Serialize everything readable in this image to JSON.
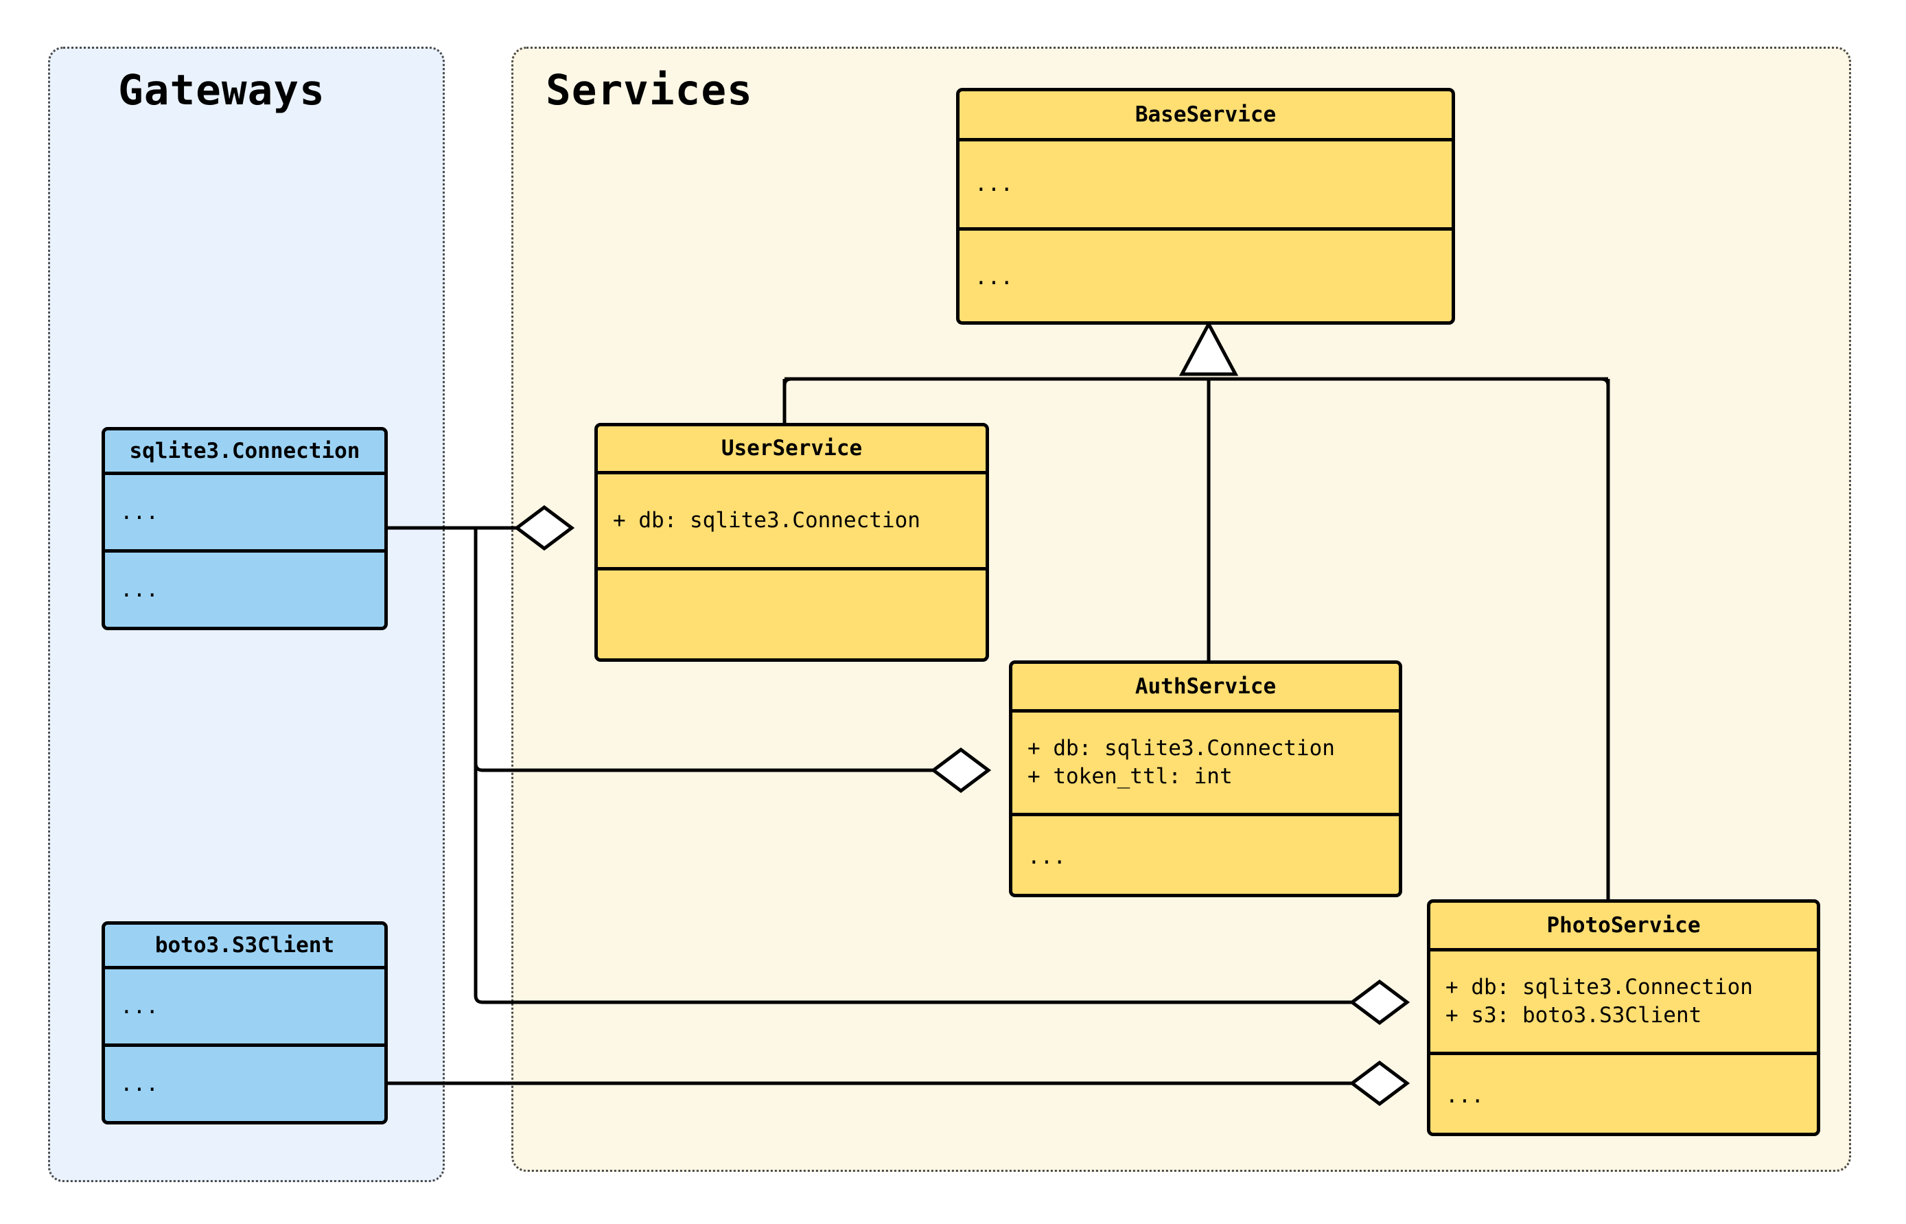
{
  "diagram": {
    "type": "uml-class-diagram",
    "colors": {
      "class_fill": "#ffde72",
      "gateway_fill": "#9bd2f4",
      "gateways_panel_bg": "#eaf2fd",
      "services_panel_bg": "#fdf7e5",
      "stroke": "#000000"
    }
  },
  "panels": [
    {
      "id": "gateways",
      "title": "Gateways"
    },
    {
      "id": "services",
      "title": "Services"
    }
  ],
  "classes": {
    "base_service": {
      "name": "BaseService",
      "attributes": "...",
      "methods": "..."
    },
    "user_service": {
      "name": "UserService",
      "attributes": "+ db: sqlite3.Connection",
      "methods": ""
    },
    "auth_service": {
      "name": "AuthService",
      "attributes_line1": "+ db: sqlite3.Connection",
      "attributes_line2": "+ token_ttl: int",
      "methods": "..."
    },
    "photo_service": {
      "name": "PhotoService",
      "attributes_line1": "+ db: sqlite3.Connection",
      "attributes_line2": "+ s3: boto3.S3Client",
      "methods": "..."
    },
    "sqlite_connection": {
      "name": "sqlite3.Connection",
      "attributes": "...",
      "methods": "..."
    },
    "s3_client": {
      "name": "boto3.S3Client",
      "attributes": "...",
      "methods": "..."
    }
  },
  "relationships": [
    {
      "kind": "generalization",
      "from": "UserService",
      "to": "BaseService"
    },
    {
      "kind": "generalization",
      "from": "AuthService",
      "to": "BaseService"
    },
    {
      "kind": "generalization",
      "from": "PhotoService",
      "to": "BaseService"
    },
    {
      "kind": "aggregation",
      "from": "UserService",
      "to": "sqlite3.Connection"
    },
    {
      "kind": "aggregation",
      "from": "AuthService",
      "to": "sqlite3.Connection"
    },
    {
      "kind": "aggregation",
      "from": "PhotoService",
      "to": "sqlite3.Connection"
    },
    {
      "kind": "aggregation",
      "from": "PhotoService",
      "to": "boto3.S3Client"
    }
  ]
}
